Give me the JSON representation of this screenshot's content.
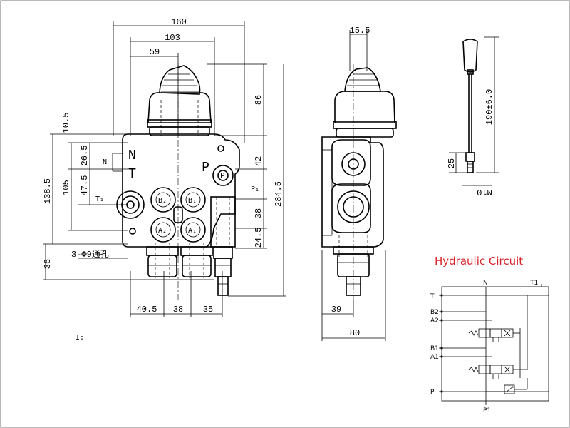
{
  "front_view": {
    "dims_top": [
      "160",
      "103",
      "59"
    ],
    "dims_left": [
      "10.5",
      "26.5",
      "47.5",
      "105",
      "138.5",
      "36"
    ],
    "dims_right": [
      "86",
      "42",
      "38",
      "24.5",
      "284.5"
    ],
    "dims_bottom": [
      "40.5",
      "38",
      "35"
    ],
    "mount_hole_note": "3-Φ9通孔",
    "body_letters": {
      "N": "N",
      "T": "T",
      "P": "P"
    },
    "port_labels": {
      "n_small": "N",
      "t1": "T₁",
      "p1": "P₁",
      "b2": "B₂",
      "b1": "B₁",
      "a2": "A₂",
      "a1": "A₁",
      "t_port": "T",
      "p_port": "P"
    }
  },
  "side_view": {
    "dims": [
      "15.5",
      "39",
      "80"
    ]
  },
  "handle_view": {
    "dims": [
      "190±6.0",
      "25",
      "M10"
    ]
  },
  "circuit": {
    "title": "Hydraulic Circuit",
    "labels": {
      "n": "N",
      "t1": "T1",
      "t": "T",
      "b2": "B2",
      "a2": "A2",
      "b1": "B1",
      "a1": "A1",
      "p": "P",
      "p1": "P1"
    }
  },
  "stray_mark": "I:"
}
